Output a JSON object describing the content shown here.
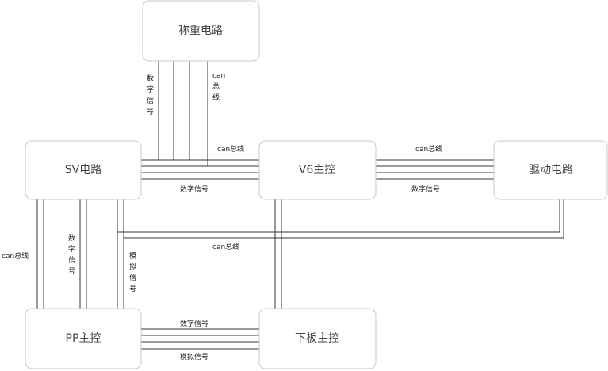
{
  "nodes": {
    "weigh": "称重电路",
    "sv": "SV电路",
    "v6": "V6主控",
    "drive": "驱动电路",
    "pp": "PP主控",
    "lower": "下板主控"
  },
  "labels": {
    "digital": "数字信号",
    "can": "can总线",
    "analog": "模拟信号",
    "can_word": "can",
    "zong": "总",
    "xian": "线",
    "shu": "数",
    "zi": "字",
    "xin": "信",
    "hao": "号",
    "mo": "模",
    "ni": "拟"
  }
}
